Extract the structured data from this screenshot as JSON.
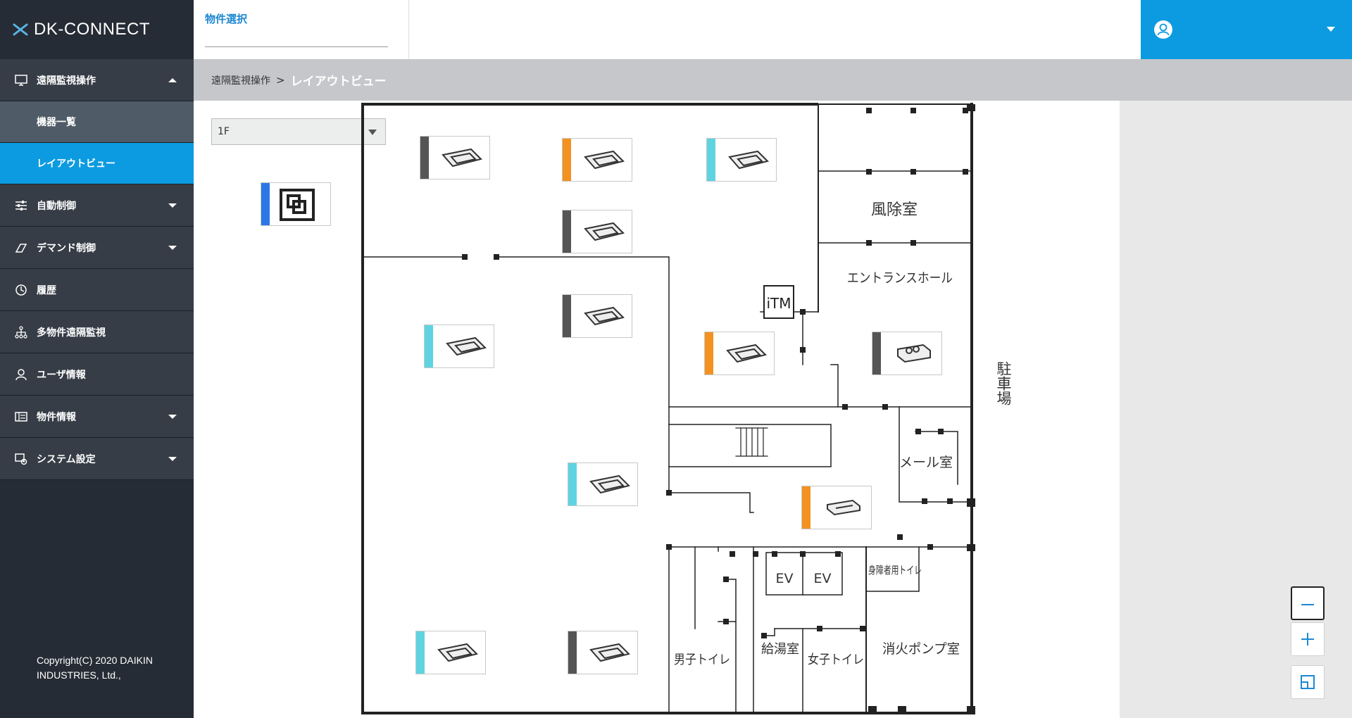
{
  "app": {
    "name": "DK-CONNECT"
  },
  "header": {
    "property_select_label": "物件選択"
  },
  "sidebar": {
    "items": [
      {
        "label": "遠隔監視操作",
        "icon": "monitor-icon",
        "expanded": true
      },
      {
        "label": "機器一覧",
        "sub": true
      },
      {
        "label": "レイアウトビュー",
        "sub": true,
        "active": true
      },
      {
        "label": "自動制御",
        "icon": "sliders-icon"
      },
      {
        "label": "デマンド制御",
        "icon": "demand-icon"
      },
      {
        "label": "履歴",
        "icon": "history-icon"
      },
      {
        "label": "多物件遠隔監視",
        "icon": "hierarchy-icon"
      },
      {
        "label": "ユーザ情報",
        "icon": "user-icon"
      },
      {
        "label": "物件情報",
        "icon": "building-info-icon"
      },
      {
        "label": "システム設定",
        "icon": "system-settings-icon"
      }
    ],
    "copyright": "Copyright(C) 2020 DAIKIN INDUSTRIES, Ltd.,"
  },
  "breadcrumb": {
    "parent": "遠隔監視操作",
    "separator": ">",
    "current": "レイアウトビュー"
  },
  "floor_select": {
    "value": "1F"
  },
  "floorplan": {
    "labels": {
      "wind_room": "風除室",
      "entrance_hall": "エントランスホール",
      "itm": "iTM",
      "parking": "駐車場",
      "mail_room": "メール室",
      "ev1": "EV",
      "ev2": "EV",
      "accessible_toilet": "身障者用トイレ",
      "mens_toilet": "男子トイレ",
      "kitchenette": "給湯室",
      "womens_toilet": "女子トイレ",
      "fire_pump_room": "消火ポンプ室"
    }
  },
  "colors": {
    "sidebar_bg": "#262c35",
    "active_blue": "#0c9be0",
    "status_gray": "#555555",
    "status_orange": "#f39220",
    "status_cyan": "#5fd4e0",
    "status_blue": "#2b78e4"
  },
  "zoom": {
    "out": "−",
    "in": "+",
    "fit": "fit"
  }
}
